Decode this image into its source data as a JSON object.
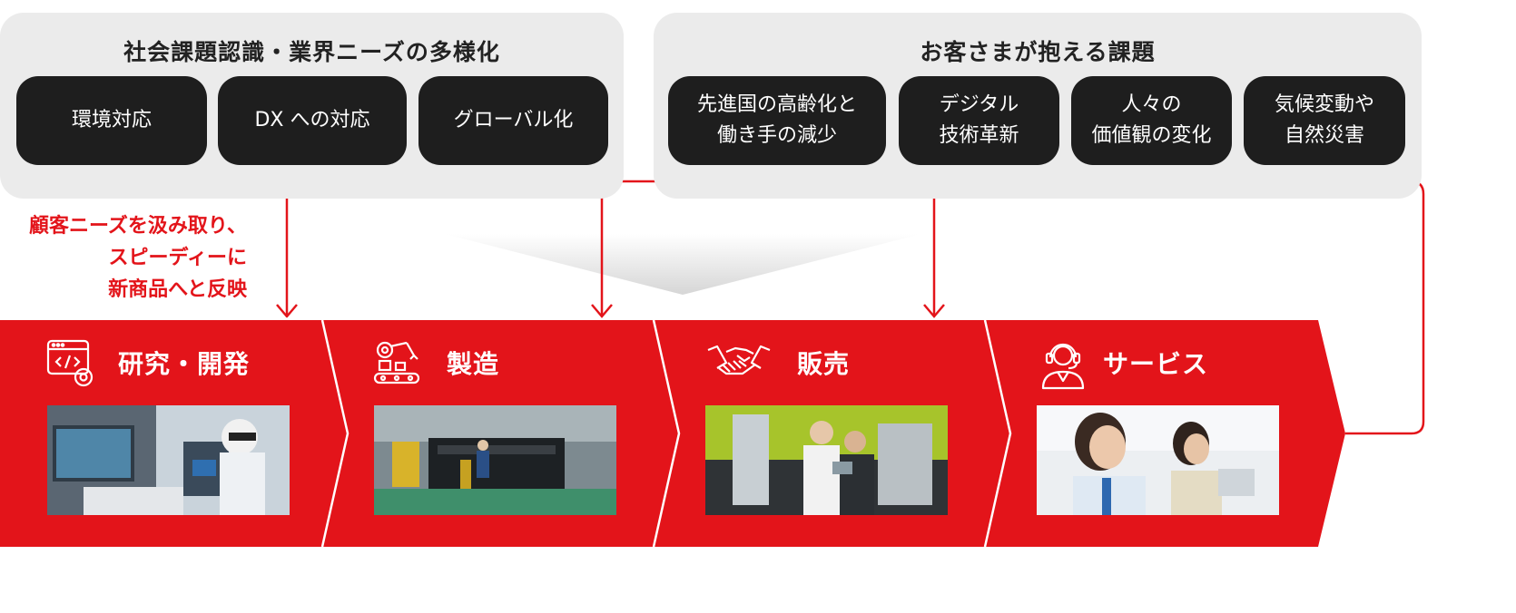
{
  "top_left": {
    "title": "社会課題認識・業界ニーズの多様化",
    "items": [
      "環境対応",
      "DX への対応",
      "グローバル化"
    ]
  },
  "top_right": {
    "title": "お客さまが抱える課題",
    "items": [
      {
        "line1": "先進国の高齢化と",
        "line2": "働き手の減少"
      },
      {
        "line1": "デジタル",
        "line2": "技術革新"
      },
      {
        "line1": "人々の",
        "line2": "価値観の変化"
      },
      {
        "line1": "気候変動や",
        "line2": "自然災害"
      }
    ]
  },
  "feedback_note": {
    "line1": "顧客ニーズを汲み取り、",
    "line2": "スピーディーに",
    "line3": "新商品へと反映"
  },
  "stages": [
    {
      "label": "研究・開発",
      "icon": "code-gear-icon"
    },
    {
      "label": "製造",
      "icon": "robot-arm-icon"
    },
    {
      "label": "販売",
      "icon": "handshake-icon"
    },
    {
      "label": "サービス",
      "icon": "headset-icon"
    }
  ],
  "colors": {
    "accent_red": "#e3141a",
    "panel_gray": "#ebebeb",
    "pill_dark": "#1e1e1e"
  }
}
